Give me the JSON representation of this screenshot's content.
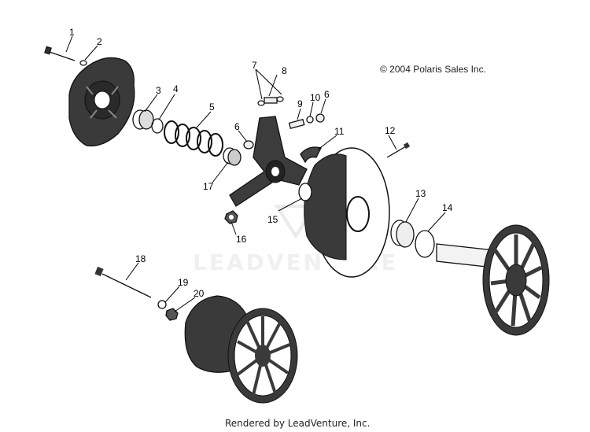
{
  "copyright": "© 2004 Polaris Sales Inc.",
  "watermark": "LEADVENTURE",
  "footer": "Rendered by LeadVenture, Inc.",
  "callouts": [
    "1",
    "2",
    "3",
    "4",
    "5",
    "6",
    "6",
    "7",
    "8",
    "9",
    "10",
    "11",
    "12",
    "13",
    "14",
    "15",
    "16",
    "17",
    "18",
    "19",
    "20"
  ]
}
